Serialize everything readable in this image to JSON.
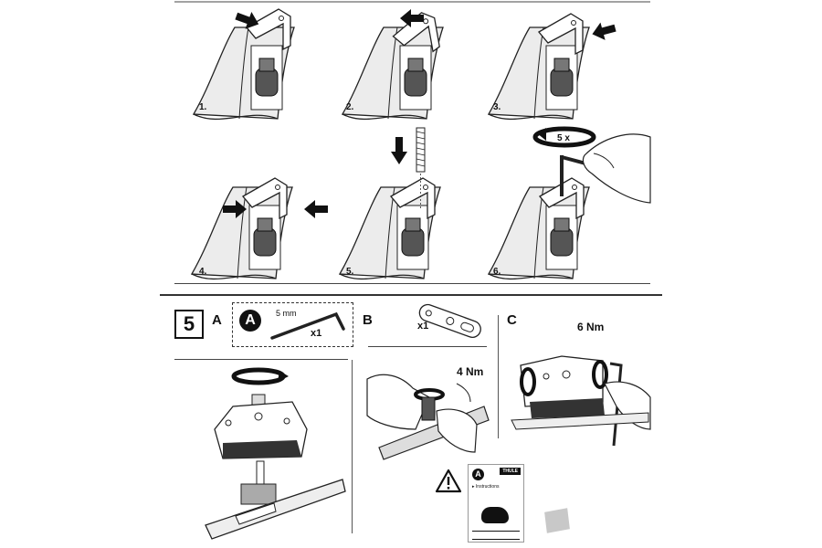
{
  "top_steps": {
    "labels": [
      "1.",
      "2.",
      "3.",
      "4.",
      "5.",
      "6."
    ],
    "turn_count": "5 x"
  },
  "section5": {
    "number": "5",
    "part_a": {
      "letter": "A",
      "tool_badge": "A",
      "tool_size": "5 mm",
      "tool_qty": "x1"
    },
    "part_b": {
      "letter": "B",
      "plate_qty": "x1",
      "torque": "4 Nm"
    },
    "part_c": {
      "letter": "C",
      "torque": "6 Nm"
    },
    "notice": {
      "manual_badge": "A",
      "manual_brand": "THULE",
      "manual_title": "Instructions",
      "warning_icon": "warning-triangle-icon",
      "arrow_icon": "next-arrow-icon"
    }
  },
  "colors": {
    "ink": "#111111",
    "panel_gray": "#c8c8c8",
    "rule": "#444444"
  }
}
